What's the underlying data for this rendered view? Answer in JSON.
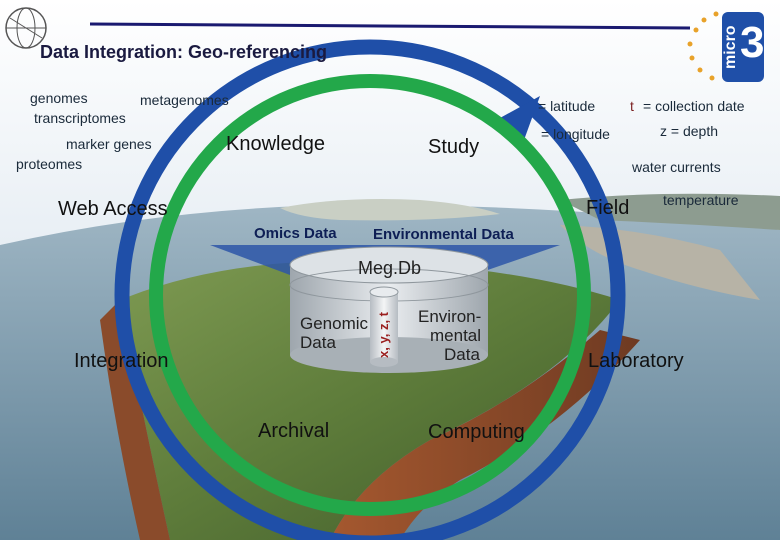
{
  "header": {
    "title": "Data Integration: Geo-referencing",
    "logo_text": "micro",
    "logo_digit": "3"
  },
  "colors": {
    "outer_ring": "#1f4fa8",
    "inner_ring": "#23a84a",
    "header_rule": "#1a1a70",
    "funnel": "#2d56a8"
  },
  "omics_terms": {
    "genomes": "genomes",
    "metagenomes": "metagenomes",
    "transcriptomes": "transcriptomes",
    "marker_genes": "marker genes",
    "proteomes": "proteomes"
  },
  "coordinates": {
    "latitude": "= latitude",
    "longitude": "= longitude",
    "time_var": "t",
    "time_label": "= collection date",
    "depth": "z = depth"
  },
  "environment_terms": {
    "water_currents": "water currents",
    "temperature": "temperature"
  },
  "cycle": {
    "knowledge": "Knowledge",
    "study": "Study",
    "web_access": "Web Access",
    "field": "Field",
    "integration": "Integration",
    "laboratory": "Laboratory",
    "archival": "Archival",
    "computing": "Computing"
  },
  "funnel_labels": {
    "omics_data": "Omics Data",
    "environmental_data": "Environmental Data"
  },
  "database": {
    "name": "Meg.Db",
    "genomic_line1": "Genomic",
    "genomic_line2": "Data",
    "env_line1": "Environ-",
    "env_line2": "mental",
    "env_line3": "Data",
    "axis_label": "x, y, z, t"
  }
}
